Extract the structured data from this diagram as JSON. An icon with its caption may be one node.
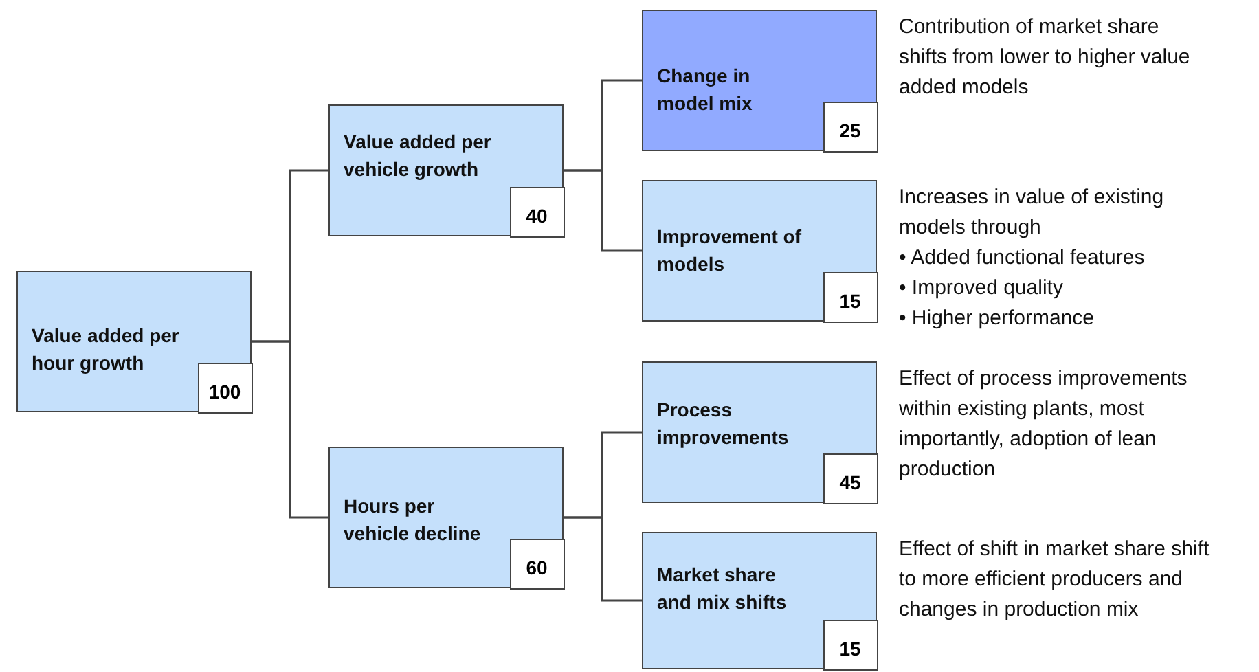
{
  "diagram": {
    "nodes": [
      {
        "text": [
          "Value added per hour growth",
          "100"
        ]
      },
      {
        "text": [
          "Value added per vehicle growth",
          "40"
        ]
      },
      {
        "text": [
          "Change in model mix",
          "25"
        ],
        "beside": [
          "Contribution of market share shifts from lower to higher value added models"
        ]
      },
      {
        "text": [
          "Improvement of models",
          "15"
        ],
        "beside": [
          "Increases in value of existing models through",
          "• Added functional features",
          "• Improved quality",
          "• Higher performance"
        ]
      },
      {
        "text": [
          "Hours per vehicle decline",
          "60"
        ]
      },
      {
        "text": [
          "Process improvements",
          "45"
        ],
        "beside": [
          "Effect of process improvements within existing plants, most importantly, adoption of lean production"
        ]
      },
      {
        "text": [
          "Market share and mix shifts",
          "15"
        ],
        "beside": [
          "Effect of shift in market share shift to more efficient producers and changes in production mix"
        ]
      }
    ],
    "edges": [
      {
        "from": 0,
        "to": 1,
        "arrow": "none"
      },
      {
        "from": 0,
        "to": 4,
        "arrow": "none"
      },
      {
        "from": 1,
        "to": 2,
        "arrow": "none"
      },
      {
        "from": 1,
        "to": 3,
        "arrow": "none"
      },
      {
        "from": 4,
        "to": 5,
        "arrow": "none"
      },
      {
        "from": 4,
        "to": 6,
        "arrow": "none"
      }
    ]
  }
}
